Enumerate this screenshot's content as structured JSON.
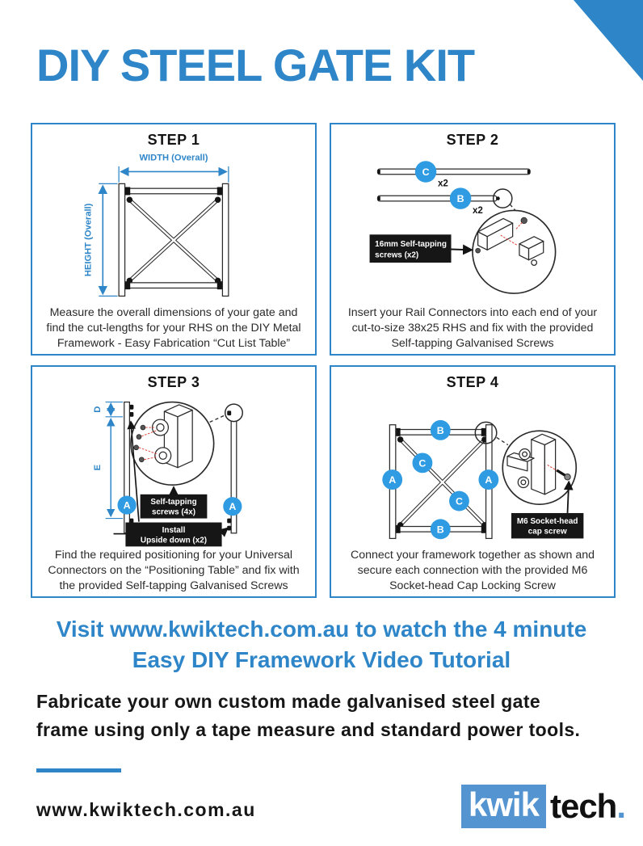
{
  "header": {
    "title": "DIY STEEL GATE KIT"
  },
  "steps": {
    "step1": {
      "heading": "STEP 1",
      "caption": "Measure the overall dimensions of your gate and find the cut-lengths for your RHS on the DIY Metal Framework - Easy Fabrication “Cut List Table”",
      "width_label": "WIDTH (Overall)",
      "height_label": "HEIGHT (Overall)"
    },
    "step2": {
      "heading": "STEP 2",
      "caption": "Insert your Rail Connectors into each end of your cut-to-size 38x25 RHS and fix with the provided Self-tapping Galvanised Screws",
      "rail_c_label": "C",
      "rail_c_qty": "x2",
      "rail_b_label": "B",
      "rail_b_qty": "x2",
      "screw_note_line1": "16mm Self-tapping",
      "screw_note_line2": "screws (x2)"
    },
    "step3": {
      "heading": "STEP 3",
      "caption": "Find the required positioning for your Universal Connectors on the “Positioning Table” and fix with the provided Self-tapping Galvanised Screws",
      "dim_d_label": "D",
      "dim_e_label": "E",
      "post_left_label": "A",
      "post_right_label": "A",
      "screw_note_line1": "Self-tapping",
      "screw_note_line2": "screws (4x)",
      "install_note_line1": "Install",
      "install_note_line2": "Upside down (x2)"
    },
    "step4": {
      "heading": "STEP 4",
      "caption": "Connect your framework together as shown and secure each connection with the provided M6 Socket-head Cap Locking Screw",
      "rail_top_label": "B",
      "rail_bottom_label": "B",
      "post_left_label": "A",
      "post_right_label": "A",
      "brace_upper_label": "C",
      "brace_lower_label": "C",
      "screw_note_line1": "M6 Socket-head",
      "screw_note_line2": "cap screw"
    }
  },
  "promo": {
    "video_line1": "Visit www.kwiktech.com.au to watch the 4 minute",
    "video_line2": "Easy DIY Framework Video Tutorial",
    "tagline_line1": "Fabricate your own custom made galvanised steel gate",
    "tagline_line2": "frame using only a tape measure and standard power tools."
  },
  "footer": {
    "website": "www.kwiktech.com.au",
    "logo_kwik": "kwik",
    "logo_tech": "tech",
    "logo_dot": "."
  },
  "colors": {
    "accent_blue": "#2e86c9",
    "badge_blue": "#2e9be2",
    "note_box_black": "#161616",
    "diagram_stroke": "#2a2a2a",
    "red_dashed": "#e0392f",
    "logo_blue": "#5494d0"
  }
}
